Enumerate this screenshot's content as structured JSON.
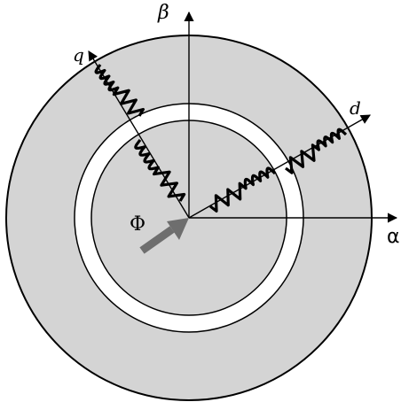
{
  "labels": {
    "beta": "β",
    "alpha": "α",
    "q": "q",
    "d": "d",
    "phi": "Φ"
  },
  "colors": {
    "stator_fill": "#d4d4d4",
    "gap_fill": "#ffffff",
    "rotor_fill": "#d4d4d4",
    "outline": "#000000",
    "winding": "#000000",
    "flux_arrow": "#6e6e6e"
  }
}
